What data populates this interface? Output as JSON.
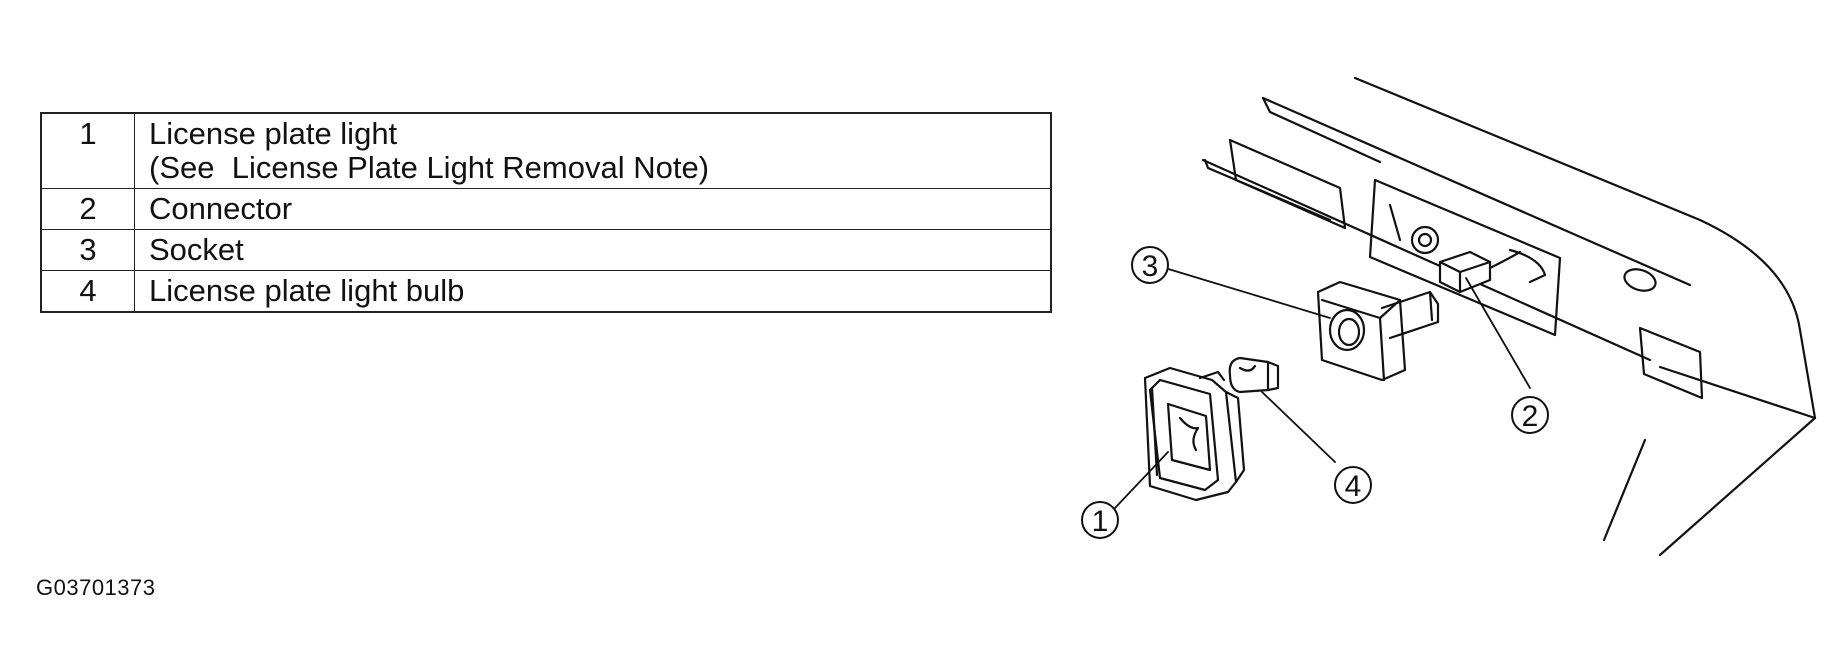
{
  "parts": [
    {
      "number": "1",
      "lines": [
        "License plate light",
        "(See  License Plate Light Removal Note)"
      ]
    },
    {
      "number": "2",
      "lines": [
        "Connector"
      ]
    },
    {
      "number": "3",
      "lines": [
        "Socket"
      ]
    },
    {
      "number": "4",
      "lines": [
        "License plate light bulb"
      ]
    }
  ],
  "figure_id": "G03701373",
  "callouts": [
    "1",
    "2",
    "3",
    "4"
  ]
}
